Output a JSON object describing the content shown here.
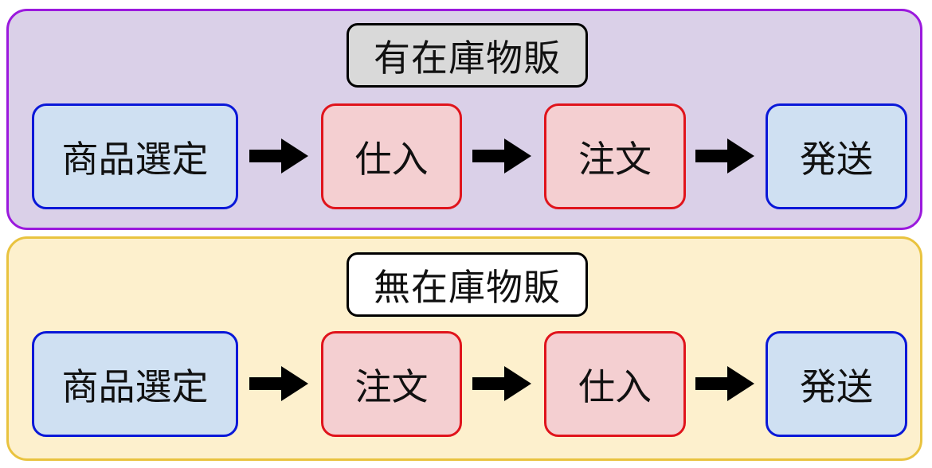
{
  "colors": {
    "panel_top_fill": "#dad0e8",
    "panel_top_border": "#9b19dd",
    "panel_bottom_fill": "#fdf0cd",
    "panel_bottom_border": "#e9c33f",
    "title_top_fill": "#d9d9d9",
    "title_bottom_fill": "#ffffff",
    "blue_node_fill": "#cfe0f2",
    "blue_node_border": "#0a18d8",
    "red_node_fill": "#f4cfd1",
    "red_node_border": "#e0141c",
    "arrow": "#000000"
  },
  "sections": [
    {
      "title": "有在庫物販",
      "steps": [
        "商品選定",
        "仕入",
        "注文",
        "発送"
      ],
      "step_styles": [
        "blue",
        "red",
        "red",
        "blue"
      ]
    },
    {
      "title": "無在庫物販",
      "steps": [
        "商品選定",
        "注文",
        "仕入",
        "発送"
      ],
      "step_styles": [
        "blue",
        "red",
        "red",
        "blue"
      ]
    }
  ],
  "arrow_icon": "right-arrow-icon"
}
